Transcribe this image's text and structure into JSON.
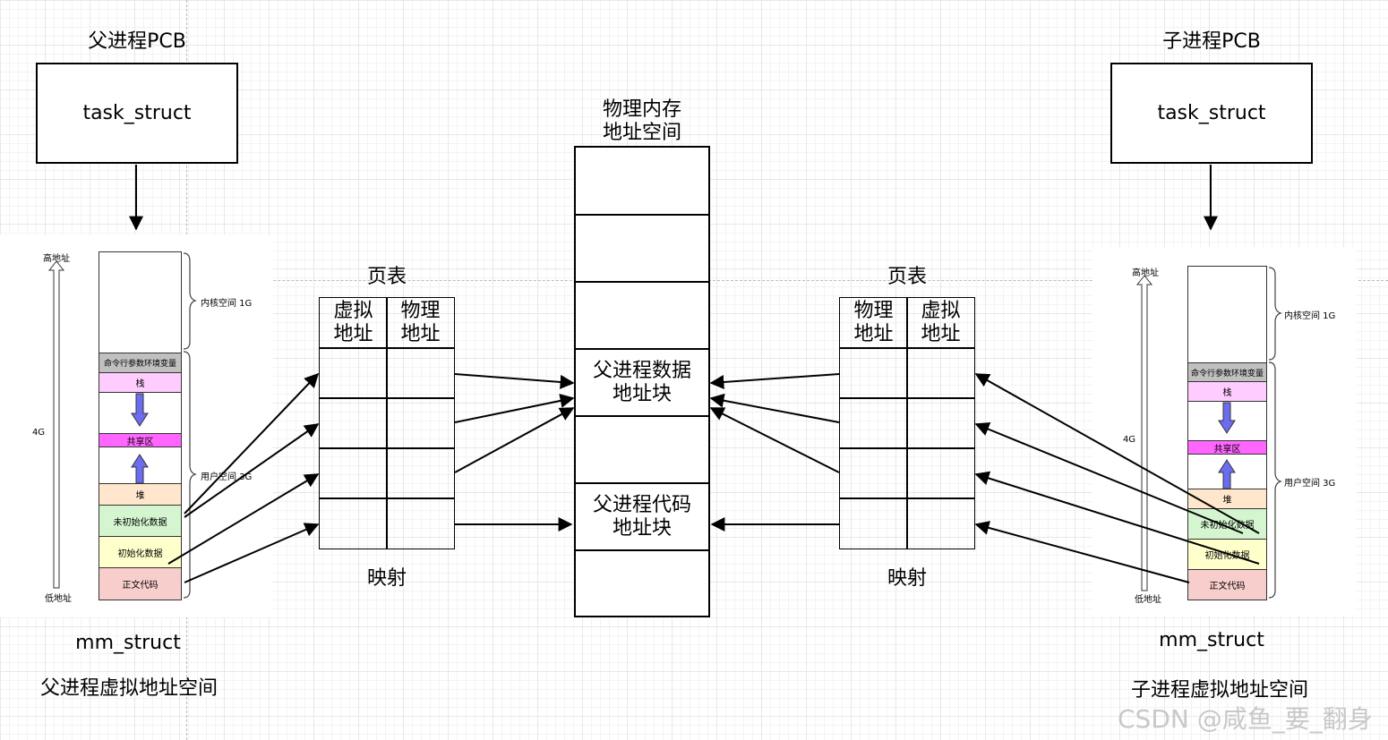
{
  "parent": {
    "pcb_title": "父进程PCB",
    "task_struct": "task_struct",
    "mm_struct": "mm_struct",
    "space_title": "父进程虚拟地址空间",
    "high_addr": "高地址",
    "low_addr": "低地址",
    "size_4g": "4G",
    "kernel_space": "内核空间 1G",
    "user_space": "用户空间 3G",
    "segments": {
      "args": "命令行参数环境变量",
      "stack": "栈",
      "shared": "共享区",
      "heap": "堆",
      "bss": "未初始化数据",
      "data": "初始化数据",
      "text": "正文代码"
    }
  },
  "child": {
    "pcb_title": "子进程PCB",
    "task_struct": "task_struct",
    "mm_struct": "mm_struct",
    "space_title": "子进程虚拟地址空间",
    "high_addr": "高地址",
    "low_addr": "低地址",
    "size_4g": "4G",
    "kernel_space": "内核空间 1G",
    "user_space": "用户空间 3G",
    "segments": {
      "args": "命令行参数环境变量",
      "stack": "栈",
      "shared": "共享区",
      "heap": "堆",
      "bss": "未初始化数据",
      "data": "初始化数据",
      "text": "正文代码"
    }
  },
  "left_page_table": {
    "title": "页表",
    "col1": "虚拟地址",
    "col2": "物理地址",
    "mapping": "映射"
  },
  "right_page_table": {
    "title": "页表",
    "col1": "物理地址",
    "col2": "虚拟地址",
    "mapping": "映射"
  },
  "physical_memory": {
    "title": "物理内存\n地址空间",
    "data_block": "父进程数据\n地址块",
    "code_block": "父进程代码\n地址块"
  },
  "watermark": "CSDN @咸鱼_要_翻身",
  "colors": {
    "args": "#c0c0c0",
    "stack": "#ffccff",
    "shared": "#ff66ff",
    "heap": "#ffe6cc",
    "bss": "#d5f5d0",
    "data": "#ffffcc",
    "text": "#f8cecc",
    "arrow_fill": "#6c6cf0"
  }
}
